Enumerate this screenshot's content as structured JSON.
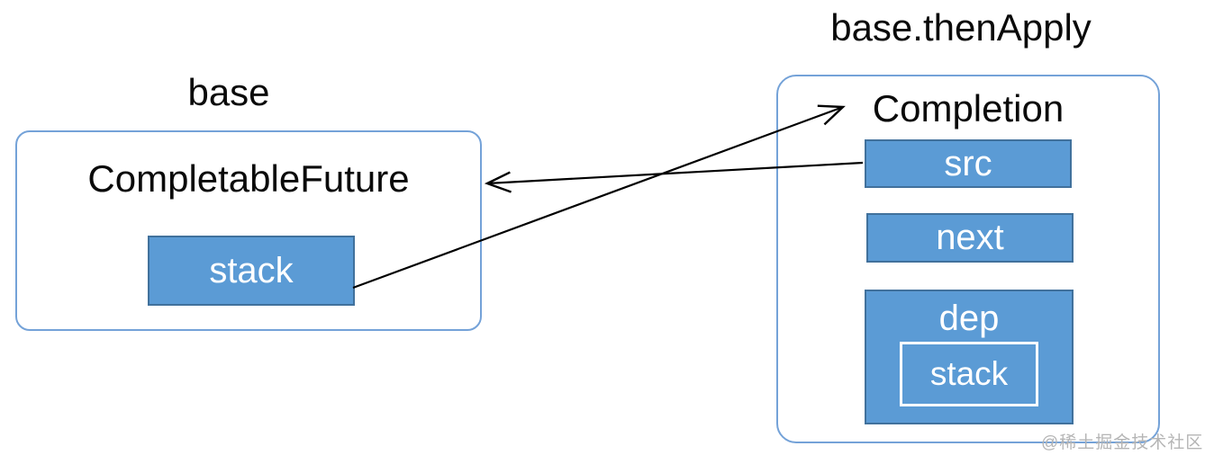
{
  "diagram": {
    "left_group": {
      "title": "base",
      "class_name": "CompletableFuture",
      "field_label": "stack"
    },
    "right_group": {
      "title": "base.thenApply",
      "class_name": "Completion",
      "fields": [
        "src",
        "next",
        "dep"
      ],
      "dep_child_label": "stack"
    },
    "arrows": [
      {
        "name": "stack-to-completion",
        "from": "base.stack",
        "to": "Completion"
      },
      {
        "name": "src-to-completablefuture",
        "from": "Completion.src",
        "to": "CompletableFuture"
      }
    ],
    "watermark": "@稀土掘金技术社区",
    "colors": {
      "field_fill": "#5b9bd5",
      "field_border": "#41719c",
      "container_border": "#74a2d8",
      "arrow": "#000000",
      "watermark": "#b5b5b5"
    }
  }
}
